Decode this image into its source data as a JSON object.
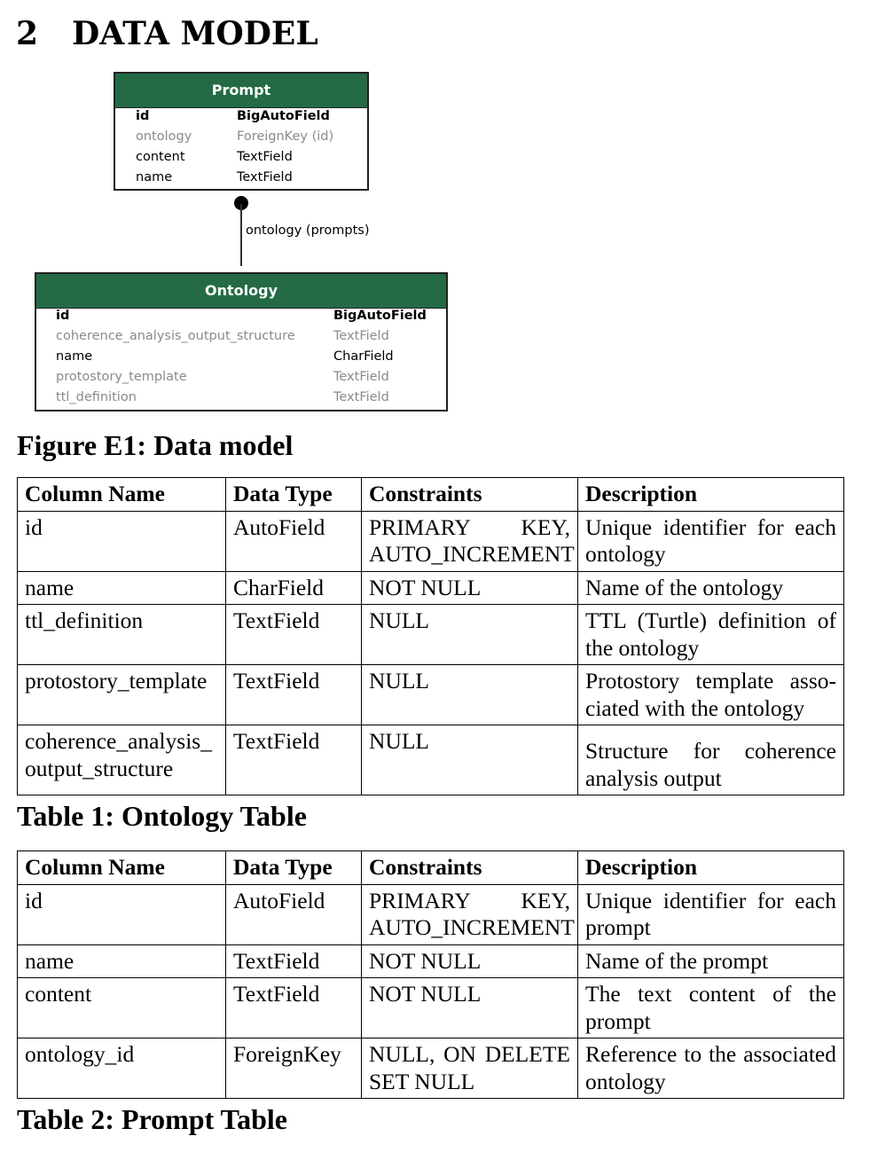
{
  "section": {
    "number": "2",
    "title": "DATA MODEL"
  },
  "er_diagram": {
    "prompt_entity": {
      "title": "Prompt",
      "fields": [
        {
          "name": "id",
          "type": "BigAutoField"
        },
        {
          "name": "ontology",
          "type": "ForeignKey (id)"
        },
        {
          "name": "content",
          "type": "TextField"
        },
        {
          "name": "name",
          "type": "TextField"
        }
      ]
    },
    "relation_label": "ontology (prompts)",
    "ontology_entity": {
      "title": "Ontology",
      "fields": [
        {
          "name": "id",
          "type": "BigAutoField"
        },
        {
          "name": "coherence_analysis_output_structure",
          "type": "TextField"
        },
        {
          "name": "name",
          "type": "CharField"
        },
        {
          "name": "protostory_template",
          "type": "TextField"
        },
        {
          "name": "ttl_definition",
          "type": "TextField"
        }
      ]
    },
    "colors": {
      "header_bg": "#246b45",
      "header_text": "#ffffff",
      "muted_field": "#8a8a8a"
    }
  },
  "figure_caption": "Figure E1: Data model",
  "ontology_table": {
    "headers": [
      "Column Name",
      "Data Type",
      "Constraints",
      "Description"
    ],
    "rows": [
      {
        "column": "id",
        "type": "AutoField",
        "constraint_1": "PRIMARY KEY,",
        "constraint_2": "AUTO_INCREMENT",
        "desc_1": "Unique identifier for each",
        "desc_2": "ontology"
      },
      {
        "column": "name",
        "type": "CharField",
        "constraint_1": "NOT NULL",
        "desc_1": "Name of the ontology"
      },
      {
        "column": "ttl_definition",
        "type": "TextField",
        "constraint_1": "NULL",
        "desc_1": "TTL (Turtle) definition of",
        "desc_2": "the ontology"
      },
      {
        "column": "protostory_template",
        "type": "TextField",
        "constraint_1": "NULL",
        "desc_1": "Protostory template asso-",
        "desc_2": "ciated with the ontology"
      },
      {
        "column_1": "coherence_analysis_",
        "column_2": "output_structure",
        "type": "TextField",
        "constraint_1": "NULL",
        "desc_1": "Structure for coherence",
        "desc_2": "analysis output"
      }
    ],
    "caption": "Table 1: Ontology Table"
  },
  "prompt_table": {
    "headers": [
      "Column Name",
      "Data Type",
      "Constraints",
      "Description"
    ],
    "rows": [
      {
        "column": "id",
        "type": "AutoField",
        "constraint_1": "PRIMARY KEY,",
        "constraint_2": "AUTO_INCREMENT",
        "desc_1": "Unique identifier for each",
        "desc_2": "prompt"
      },
      {
        "column": "name",
        "type": "TextField",
        "constraint_1": "NOT NULL",
        "desc_1": "Name of the prompt"
      },
      {
        "column": "content",
        "type": "TextField",
        "constraint_1": "NOT NULL",
        "desc_1": "The text content of the",
        "desc_2": "prompt"
      },
      {
        "column": "ontology_id",
        "type": "ForeignKey",
        "constraint_1": "NULL, ON DELETE",
        "constraint_2": "SET NULL",
        "desc_1": "Reference to the associated",
        "desc_2": "ontology"
      }
    ],
    "caption": "Table 2: Prompt Table"
  }
}
